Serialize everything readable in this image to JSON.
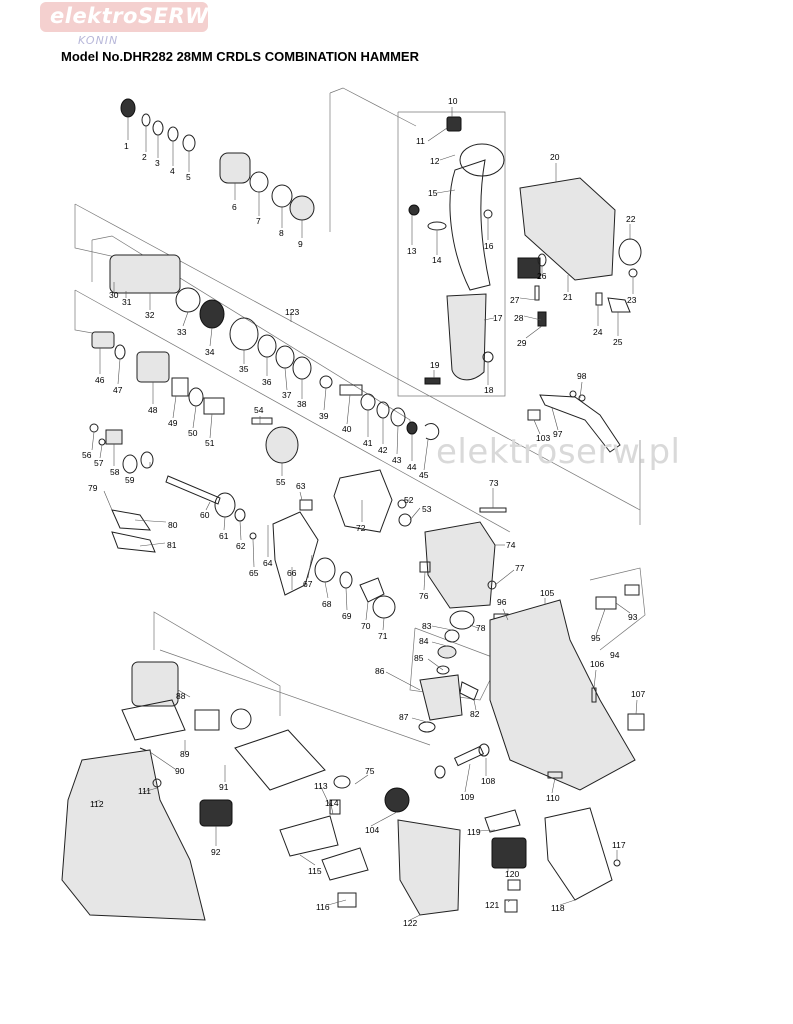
{
  "header": {
    "logo_text": "elektroSERW",
    "logo_subtext": "KONIN",
    "title": "Model No.DHR282 28MM CRDLS COMBINATION HAMMER"
  },
  "watermark": "elektroserw.pl",
  "colors": {
    "logo_bg": "#f4d0cf",
    "watermark": "#d9d9d9",
    "line": "#555555"
  },
  "part_labels": [
    "1",
    "2",
    "3",
    "4",
    "5",
    "6",
    "7",
    "8",
    "9",
    "10",
    "11",
    "12",
    "13",
    "14",
    "15",
    "16",
    "17",
    "18",
    "19",
    "20",
    "21",
    "22",
    "23",
    "24",
    "25",
    "26",
    "27",
    "28",
    "29",
    "30",
    "31",
    "32",
    "33",
    "34",
    "35",
    "36",
    "37",
    "38",
    "39",
    "40",
    "41",
    "42",
    "43",
    "44",
    "45",
    "46",
    "47",
    "48",
    "49",
    "50",
    "51",
    "52",
    "53",
    "54",
    "55",
    "56",
    "57",
    "58",
    "59",
    "60",
    "61",
    "62",
    "63",
    "64",
    "65",
    "66",
    "67",
    "68",
    "69",
    "70",
    "71",
    "72",
    "73",
    "74",
    "75",
    "76",
    "77",
    "78",
    "79",
    "80",
    "81",
    "82",
    "83",
    "84",
    "85",
    "86",
    "87",
    "88",
    "89",
    "90",
    "91",
    "92",
    "93",
    "94",
    "95",
    "96",
    "97",
    "98",
    "103",
    "104",
    "105",
    "106",
    "107",
    "108",
    "109",
    "110",
    "111",
    "112",
    "113",
    "114",
    "115",
    "116",
    "117",
    "118",
    "119",
    "120",
    "121",
    "122",
    "123"
  ]
}
